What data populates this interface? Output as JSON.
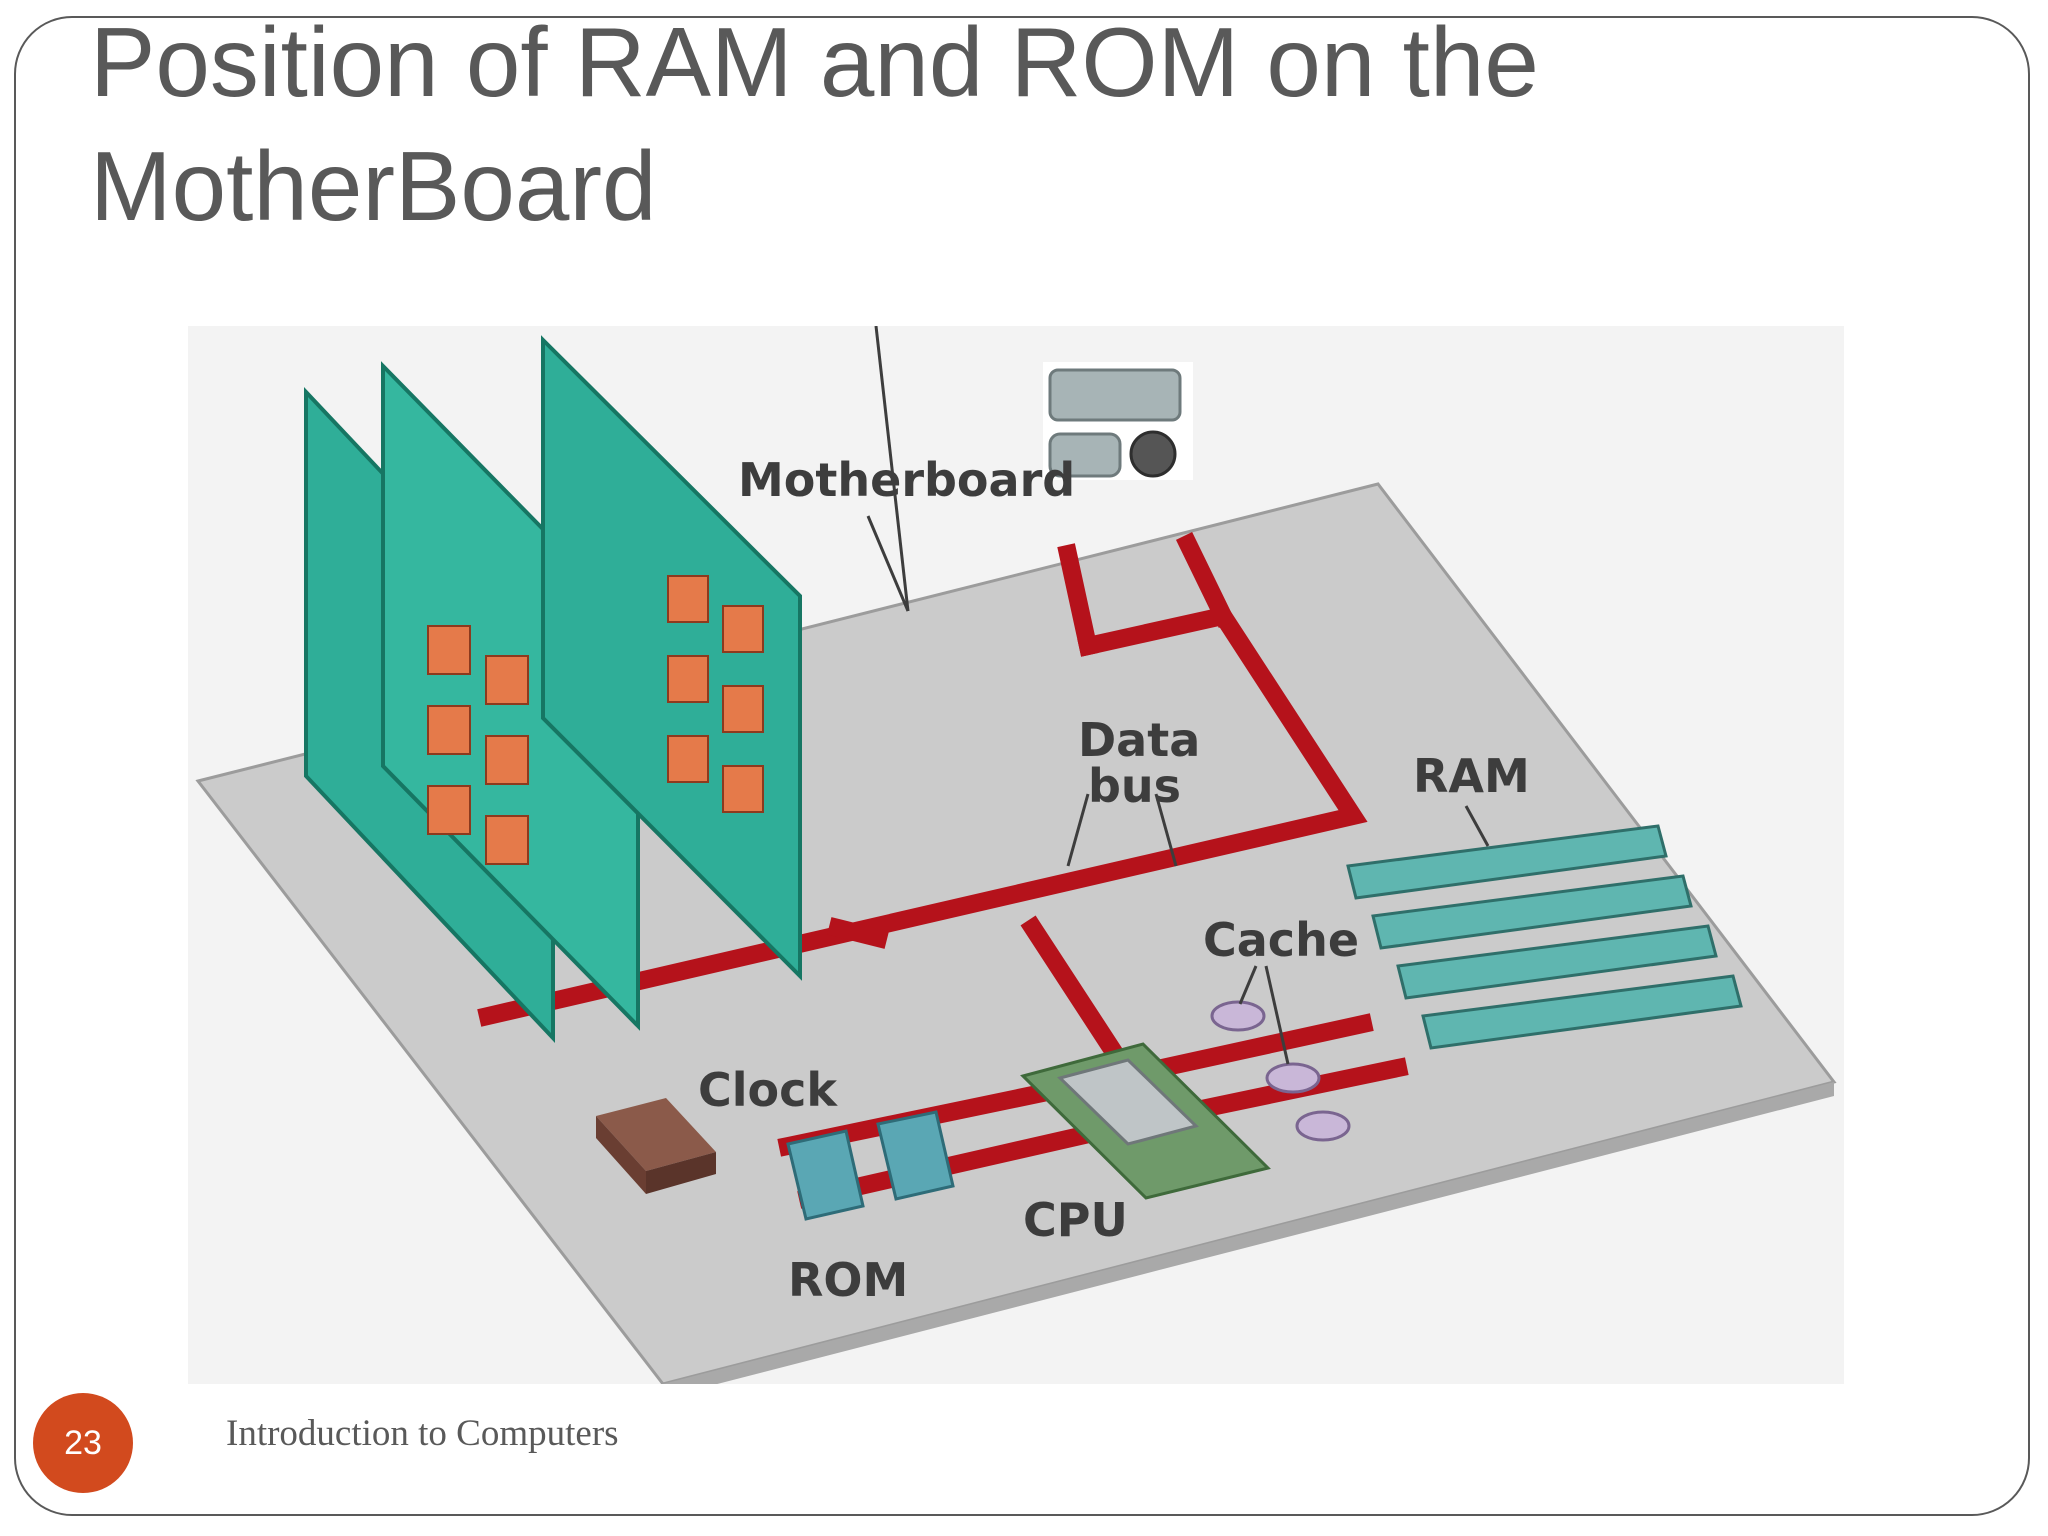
{
  "slide": {
    "title": "Position of RAM and ROM on the MotherBoard",
    "page_number": "23",
    "footer": "Introduction to Computers"
  },
  "diagram": {
    "labels": {
      "motherboard": "Motherboard",
      "data_bus_line1": "Data",
      "data_bus_line2": "bus",
      "ram": "RAM",
      "cache": "Cache",
      "clock": "Clock",
      "rom": "ROM",
      "cpu": "CPU"
    },
    "colors": {
      "board": "#cfcfcf",
      "bus": "#b5121b",
      "expansion_card": "#2fae98",
      "chip": "#e57a4a",
      "cpu_socket": "#6f9a6a",
      "ram_module": "#5fb6b0"
    }
  }
}
